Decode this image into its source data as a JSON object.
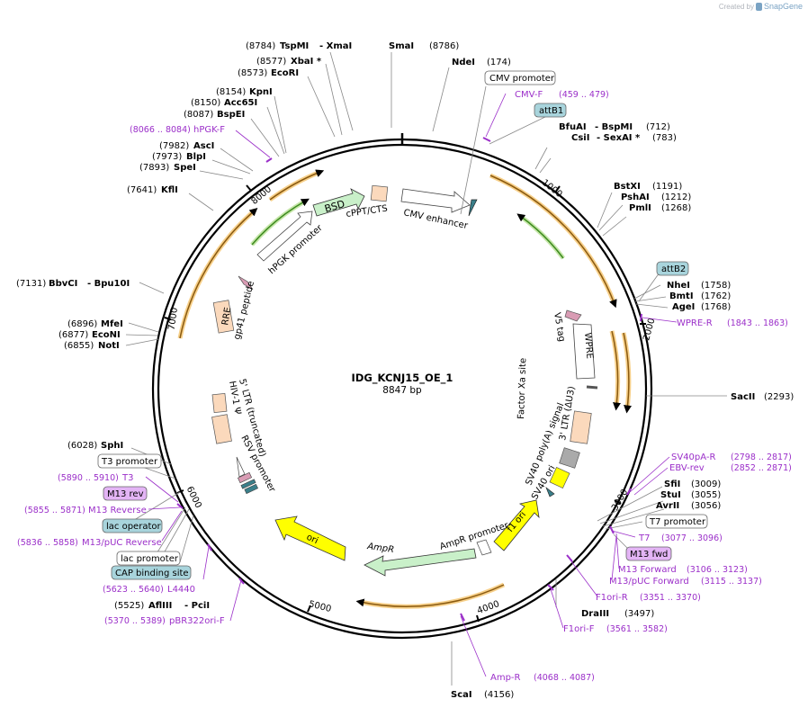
{
  "credit": {
    "prefix": "Created by",
    "brand": "SnapGene"
  },
  "plasmid": {
    "name": "IDG_KCNJ15_OE_1",
    "length_label": "8847 bp"
  },
  "ticks": [
    "1000",
    "2000",
    "3000",
    "4000",
    "5000",
    "6000",
    "7000",
    "8000"
  ],
  "features": {
    "bsd": "BSD",
    "cppt": "cPPT/CTS",
    "cmv_enhancer": "CMV enhancer",
    "hpgk_promoter": "hPGK promoter",
    "rre": "RRE",
    "gp41": "gp41 peptide",
    "v5": "V5 tag",
    "wpre": "WPRE",
    "factor_xa": "Factor Xa site",
    "ltr3": "3' LTR (ΔU3)",
    "sv40_polya": "SV40 poly(A) signal",
    "sv40_ori": "SV40 ori",
    "f1_ori": "f1 ori",
    "ampr_promoter": "AmpR promoter",
    "ampr": "AmpR",
    "ori": "ori",
    "ltr5": "5' LTR (truncated)",
    "hiv_psi": "HIV-1 Ψ",
    "rsv_promoter": "RSV promoter"
  },
  "enzymes": {
    "tspmi_pos": "(8784)",
    "tspmi": "TspMI",
    "xmai": "- XmaI",
    "smai": "SmaI",
    "smai_pos": "(8786)",
    "ndei": "NdeI",
    "ndei_pos": "(174)",
    "xbai_pos": "(8577)",
    "xbai": "XbaI *",
    "ecori_pos": "(8573)",
    "ecori": "EcoRI",
    "kpni_pos": "(8154)",
    "kpni": "KpnI",
    "acc65i_pos": "(8150)",
    "acc65i": "Acc65I",
    "bspei_pos": "(8087)",
    "bspei": "BspEI",
    "asci_pos": "(7982)",
    "asci": "AscI",
    "blpi_pos": "(7973)",
    "blpi": "BlpI",
    "spei_pos": "(7893)",
    "spei": "SpeI",
    "kfli_pos": "(7641)",
    "kfli": "KflI",
    "bbvci_pos": "(7131)",
    "bbvci": "BbvCI",
    "bpu10i": "- Bpu10I",
    "mfei_pos": "(6896)",
    "mfei": "MfeI",
    "econi_pos": "(6877)",
    "econi": "EcoNI",
    "noti_pos": "(6855)",
    "noti": "NotI",
    "sphi_pos": "(6028)",
    "sphi": "SphI",
    "afliii_pos": "(5525)",
    "afliii": "AflIII",
    "pcii": "- PciI",
    "scai": "ScaI",
    "scai_pos": "(4156)",
    "draiii": "DraIII",
    "draiii_pos": "(3497)",
    "bfuai": "BfuAI",
    "bspmi": "- BspMI",
    "bfuai_pos": "(712)",
    "csii": "CsiI",
    "sexai": "- SexAI *",
    "csii_pos": "(783)",
    "bstxi": "BstXI",
    "bstxi_pos": "(1191)",
    "pshai": "PshAI",
    "pshai_pos": "(1212)",
    "pmli": "PmlI",
    "pmli_pos": "(1268)",
    "nhei": "NheI",
    "nhei_pos": "(1758)",
    "bmti": "BmtI",
    "bmti_pos": "(1762)",
    "agei": "AgeI",
    "agei_pos": "(1768)",
    "sacii": "SacII",
    "sacii_pos": "(2293)",
    "sfii": "SfiI",
    "sfii_pos": "(3009)",
    "stui": "StuI",
    "stui_pos": "(3055)",
    "avrii": "AvrII",
    "avrii_pos": "(3056)"
  },
  "primers": {
    "cmv_f": "CMV-F",
    "cmv_f_pos": "(459 .. 479)",
    "hpgk_f": "hPGK-F",
    "hpgk_f_pos": "(8066 .. 8084)",
    "wpre_r": "WPRE-R",
    "wpre_r_pos": "(1843 .. 1863)",
    "sv40pa_r": "SV40pA-R",
    "sv40pa_r_pos": "(2798 .. 2817)",
    "ebv_rev": "EBV-rev",
    "ebv_rev_pos": "(2852 .. 2871)",
    "t7": "T7",
    "t7_pos": "(3077 .. 3096)",
    "m13_fwd_primer": "M13 Forward",
    "m13_fwd_pos": "(3106 .. 3123)",
    "m13puc_fwd": "M13/pUC Forward",
    "m13puc_fwd_pos": "(3115 .. 3137)",
    "f1ori_r": "F1ori-R",
    "f1ori_r_pos": "(3351 .. 3370)",
    "f1ori_f": "F1ori-F",
    "f1ori_f_pos": "(3561 .. 3582)",
    "amp_r": "Amp-R",
    "amp_r_pos": "(4068 .. 4087)",
    "t3": "T3",
    "t3_pos": "(5890 .. 5910)",
    "m13_reverse": "M13 Reverse",
    "m13_reverse_pos": "(5855 .. 5871)",
    "m13puc_rev": "M13/pUC Reverse",
    "m13puc_rev_pos": "(5836 .. 5858)",
    "l4440": "L4440",
    "l4440_pos": "(5623 .. 5640)",
    "pbr322ori_f": "pBR322ori-F",
    "pbr322ori_f_pos": "(5370 .. 5389)"
  },
  "boxes": {
    "cmv_promoter": "CMV promoter",
    "attb1": "attB1",
    "attb2": "attB2",
    "t7_promoter": "T7 promoter",
    "m13_fwd": "M13 fwd",
    "t3_promoter": "T3 promoter",
    "m13_rev": "M13 rev",
    "lac_operator": "lac operator",
    "lac_promoter": "lac promoter",
    "cap_binding": "CAP binding site"
  },
  "colors": {
    "primer": "#9b2fc9",
    "orf": "#f2a33a",
    "green": "#5aa832",
    "yellow": "#ffff00",
    "blue_box": "#a8d4dc",
    "purple_box": "#e3b4f5"
  }
}
